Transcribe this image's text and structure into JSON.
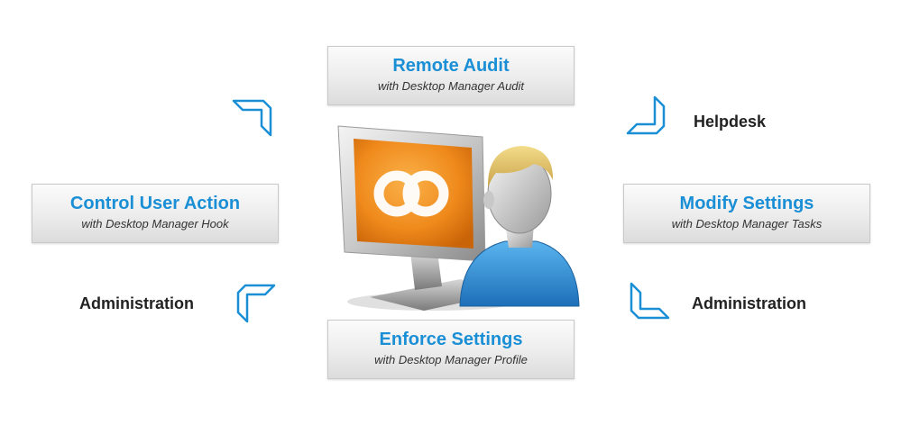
{
  "nodes": {
    "top": {
      "title": "Remote Audit",
      "subtitle": "with Desktop Manager Audit"
    },
    "left": {
      "title": "Control User Action",
      "subtitle": "with Desktop Manager Hook"
    },
    "right": {
      "title": "Modify Settings",
      "subtitle": "with Desktop Manager Tasks"
    },
    "bottom": {
      "title": "Enforce Settings",
      "subtitle": "with Desktop Manager Profile"
    }
  },
  "labels": {
    "helpdesk": "Helpdesk",
    "administration_left": "Administration",
    "administration_right": "Administration"
  },
  "colors": {
    "title_blue": "#1a8fd6",
    "arrow_blue": "#1a8fd6",
    "screen_orange": "#f08a1c"
  },
  "icons": {
    "center": "computer-with-user-icon",
    "arrows": "corner-arrow-icon"
  }
}
